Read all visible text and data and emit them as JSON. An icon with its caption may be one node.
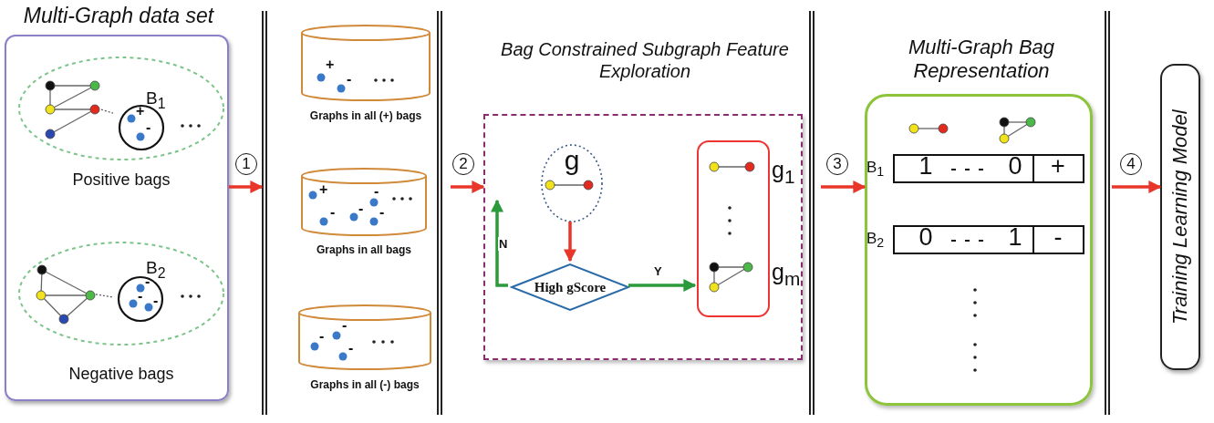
{
  "diagram": {
    "nodes": [
      {
        "text": [
          "Multi-Graph data set"
        ]
      },
      {
        "text": [
          "Positive bags"
        ],
        "in": 0
      },
      {
        "text": [],
        "shape": "picture",
        "in": 1
      },
      {
        "text": [
          "B$_{1}$",
          "+",
          "-"
        ],
        "in": 1
      },
      {
        "text": [
          "Negative bags"
        ],
        "in": 0
      },
      {
        "text": [],
        "shape": "picture",
        "in": 4
      },
      {
        "text": [
          "B$_{2}$",
          "-",
          "-",
          "-"
        ],
        "in": 4
      },
      {
        "text": [
          "+",
          "-"
        ],
        "beside": [
          "Graphs in all (+) bags"
        ]
      },
      {
        "text": [
          "+",
          "-",
          "-",
          "-",
          "-"
        ],
        "beside": [
          "Graphs in all bags"
        ]
      },
      {
        "text": [
          "-",
          "-",
          "-"
        ],
        "beside": [
          "Graphs in all (-) bags"
        ]
      },
      {
        "text": [
          "Bag Constrained Subgraph Feature Exploration"
        ]
      },
      {
        "text": [
          "g"
        ],
        "in": 10
      },
      {
        "text": [
          "High gScore"
        ],
        "in": 10
      },
      {
        "text": [],
        "shape": "box",
        "in": 10,
        "beside": [
          "g$_{1}$",
          "g$_{m}$"
        ]
      },
      {
        "text": [
          "Multi-Graph Bag Representation"
        ]
      },
      {
        "text": [
          "Training Learning Model"
        ]
      }
    ],
    "edges": [
      {
        "from": 2,
        "to": 3,
        "arrow": "none",
        "style": "dashed",
        "color": "#555555"
      },
      {
        "from": 5,
        "to": 6,
        "arrow": "none",
        "style": "dashed",
        "color": "#555555"
      },
      {
        "from": 0,
        "to": null,
        "arrow": "to",
        "label": "1"
      },
      {
        "from": null,
        "to": 10,
        "arrow": "to",
        "label": "2"
      },
      {
        "from": 11,
        "to": 12,
        "arrow": "to"
      },
      {
        "from": 12,
        "to": 13,
        "arrow": "to",
        "label": "Y",
        "color": "#2a9a3a"
      },
      {
        "from": 12,
        "to": null,
        "arrow": "to",
        "label": "N",
        "color": "#2a9a3a"
      },
      {
        "from": null,
        "to": 14,
        "arrow": "to",
        "label": "3"
      },
      {
        "from": null,
        "to": 15,
        "arrow": "to",
        "label": "4"
      }
    ],
    "labels": [
      "B$_{1}$",
      "1",
      "0",
      "+",
      "B$_{2}$",
      "0",
      "1",
      "-"
    ]
  }
}
